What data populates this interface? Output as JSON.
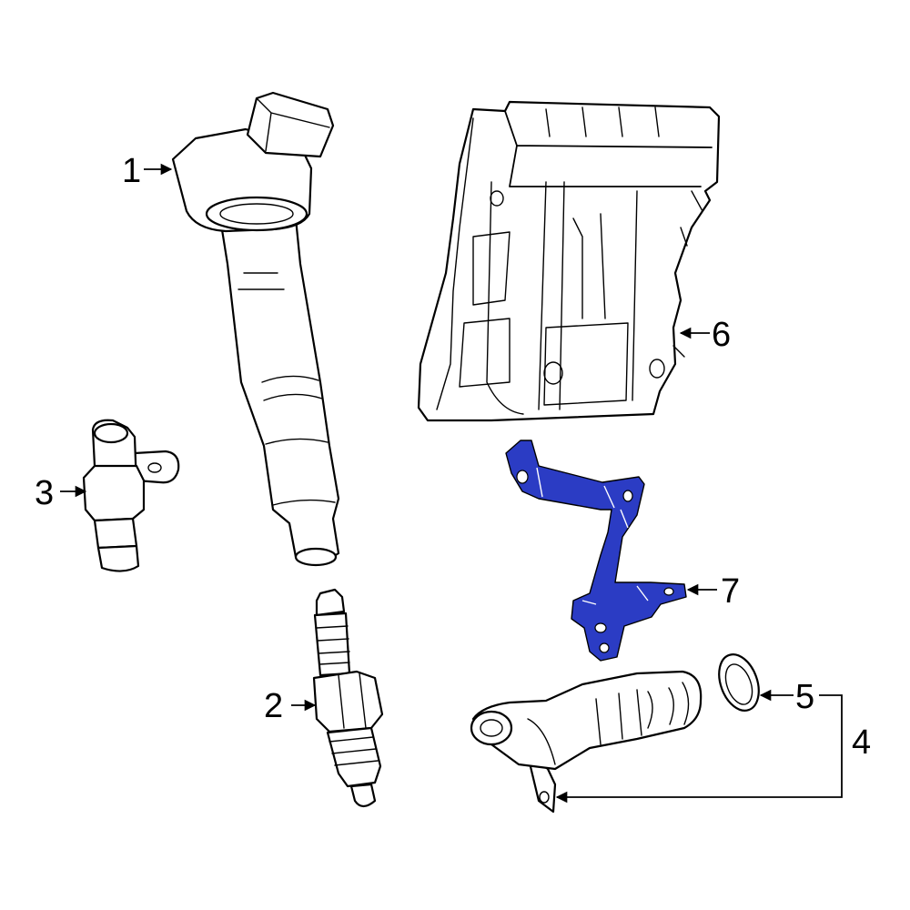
{
  "colors": {
    "highlight": "#2b3cc4",
    "line": "#000000",
    "background": "#ffffff"
  },
  "callouts": {
    "c1": "1",
    "c2": "2",
    "c3": "3",
    "c4": "4",
    "c5": "5",
    "c6": "6",
    "c7": "7"
  }
}
